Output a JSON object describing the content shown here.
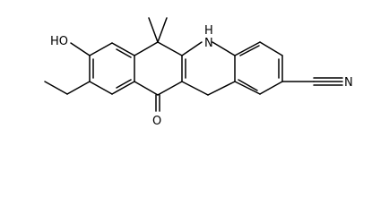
{
  "molecule": {
    "labels": {
      "hydroxyl": "HO",
      "amine": "H",
      "amine_n": "N",
      "carbonyl_oxygen": "O",
      "nitrile_n": "N"
    },
    "colors": {
      "background": "#ffffff",
      "bond": "#000000",
      "text": "#000000"
    }
  }
}
